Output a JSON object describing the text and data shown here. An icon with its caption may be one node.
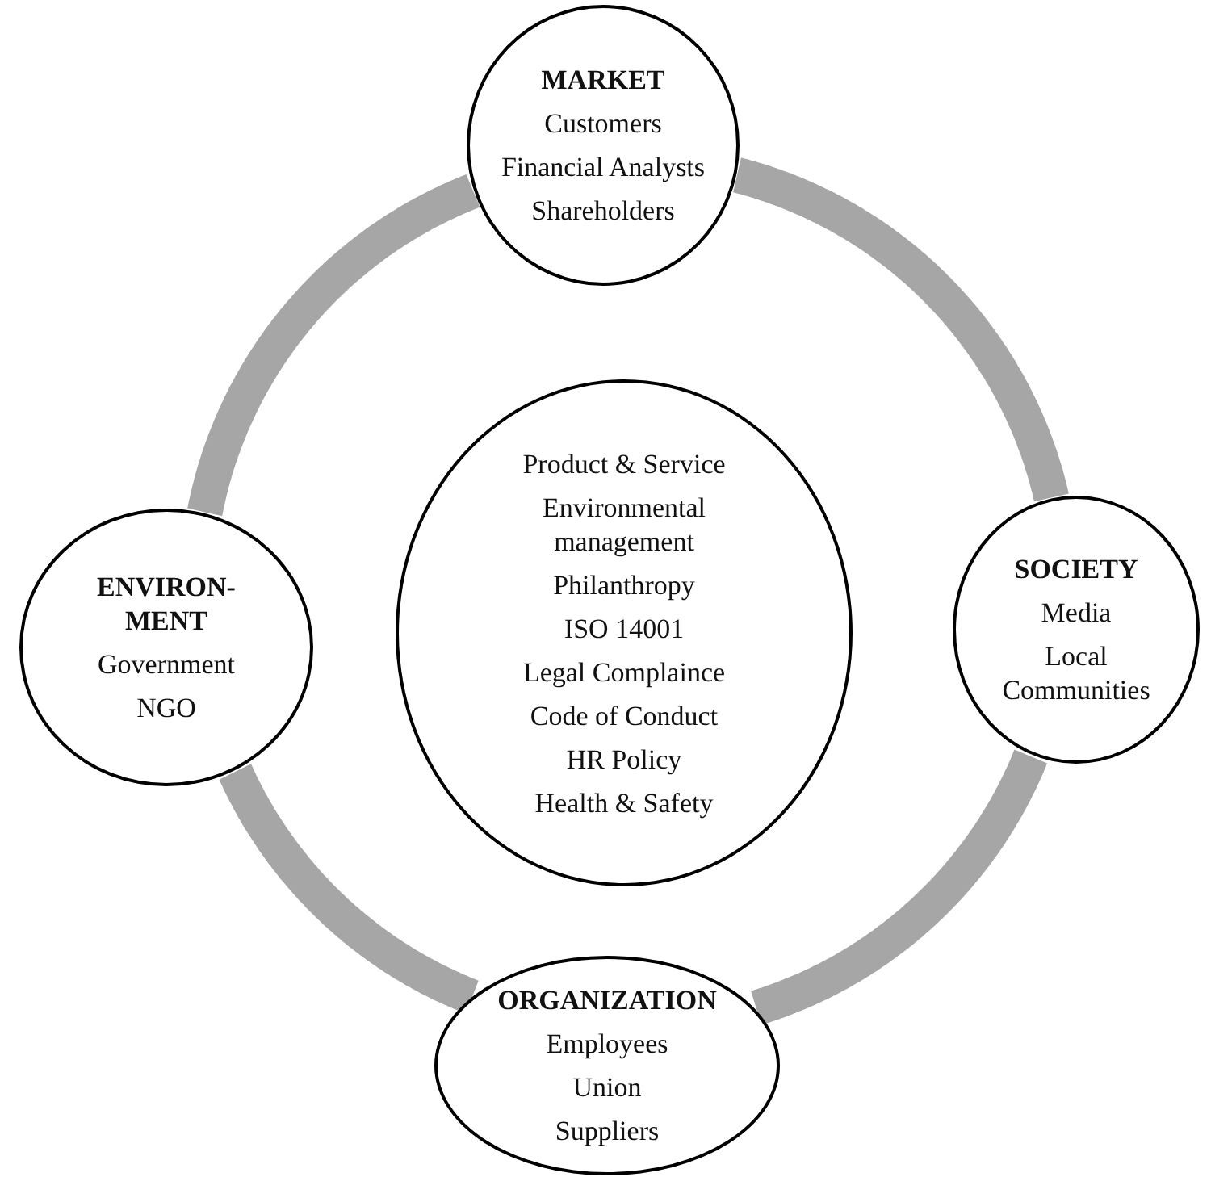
{
  "diagram": {
    "nodes": [
      {
        "text": [
          "MARKET",
          "Customers",
          "Financial Analysts",
          "Shareholders"
        ]
      },
      {
        "text": [
          "ENVIRON- MENT",
          "Government",
          "NGO"
        ]
      },
      {
        "text": [
          "Product & Service",
          "Environmental management",
          "Philanthropy",
          "ISO 14001",
          "Legal Complaince",
          "Code of Conduct",
          "HR Policy",
          "Health & Safety"
        ]
      },
      {
        "text": [
          "SOCIETY",
          "Media",
          "Local Communities"
        ]
      },
      {
        "text": [
          "ORGANIZATION",
          "Employees",
          "Union",
          "Suppliers"
        ]
      }
    ],
    "edges": [
      {
        "from": 0,
        "to": 3,
        "arrow": "none"
      },
      {
        "from": 3,
        "to": 4,
        "arrow": "none"
      },
      {
        "from": 4,
        "to": 1,
        "arrow": "none"
      },
      {
        "from": 1,
        "to": 0,
        "arrow": "none"
      }
    ]
  }
}
